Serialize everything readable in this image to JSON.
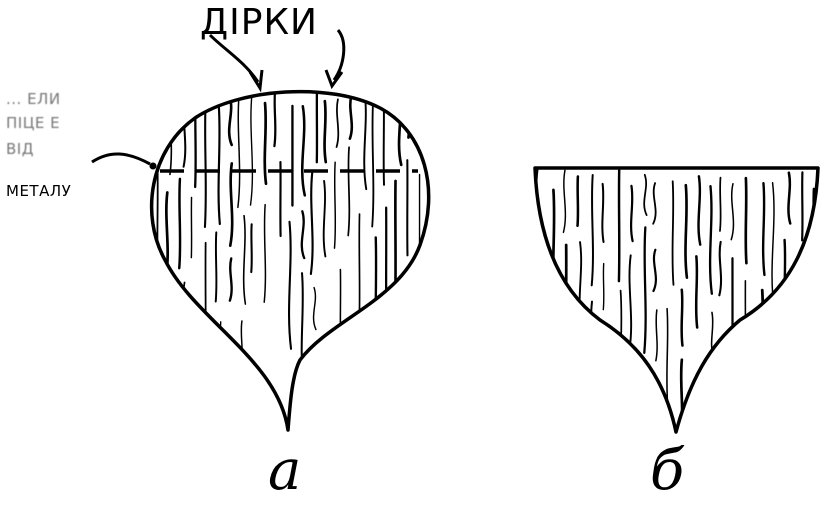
{
  "figure": {
    "holes_label": "ДІРКИ",
    "side_label_lines": [
      "... ЕЛИ",
      "ПІЦЕ Е",
      "ВІД",
      "МЕТАЛУ"
    ],
    "caption_a": "а",
    "caption_b": "б"
  }
}
